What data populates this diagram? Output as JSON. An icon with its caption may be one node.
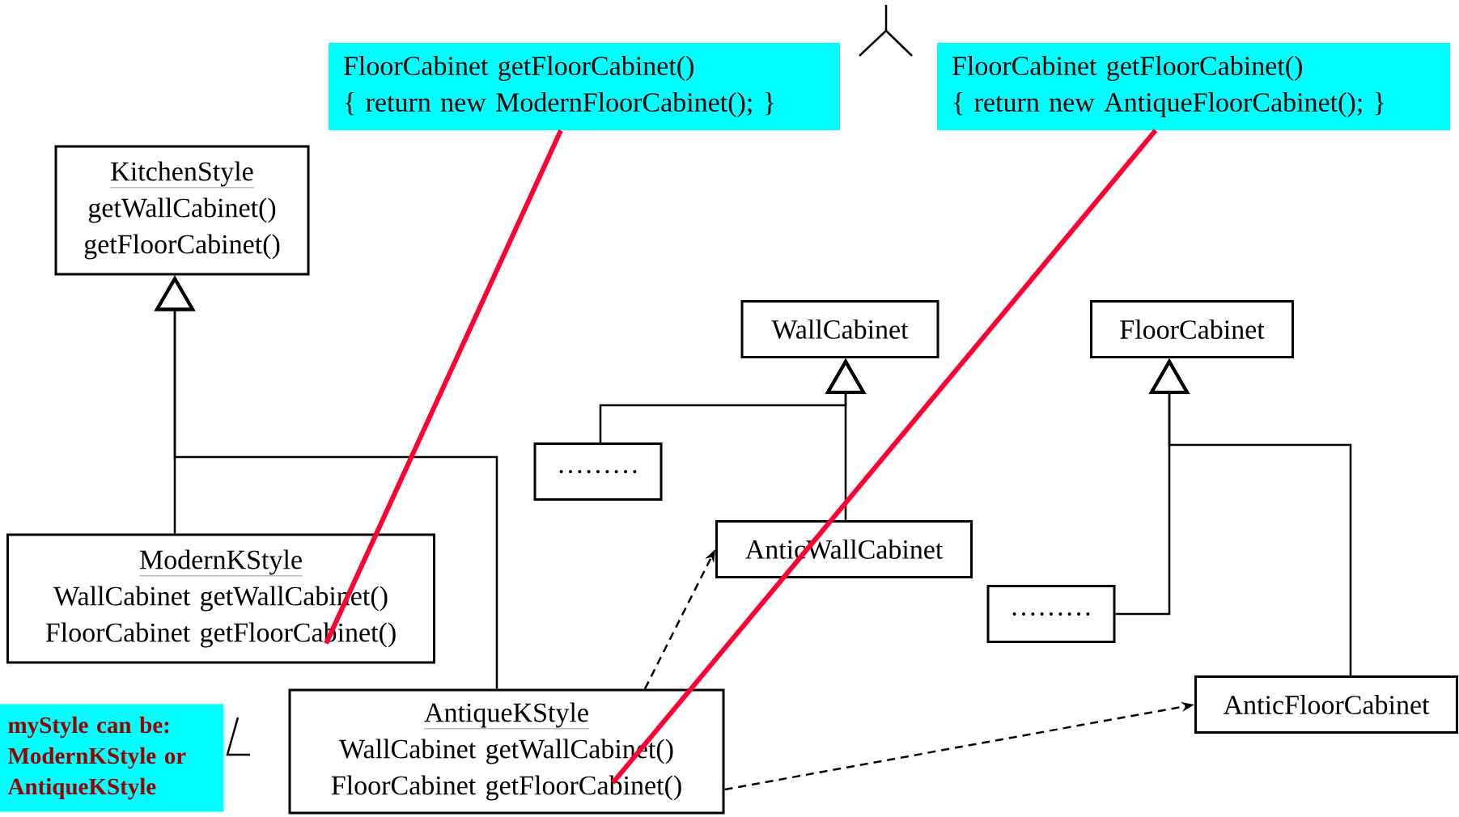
{
  "diagram": {
    "nodes": [
      {
        "text": [
          "FloorCabinet   getFloorCabinet()",
          "{ return  new ModernFloorCabinet();  }"
        ]
      },
      {
        "text": [
          "FloorCabinet   getFloorCabinet()",
          "{ return  new AntiqueFloorCabinet();  }"
        ]
      },
      {
        "text": [
          "KitchenStyle",
          "getWallCabinet()",
          "getFloorCabinet()"
        ]
      },
      {
        "text": [
          "WallCabinet"
        ]
      },
      {
        "text": [
          "FloorCabinet"
        ]
      },
      {
        "text": [
          "………"
        ]
      },
      {
        "text": [
          "ModernKStyle",
          "WallCabinet  getWallCabinet()",
          "FloorCabinet  getFloorCabinet()"
        ]
      },
      {
        "text": [
          "AnticWallCabinet"
        ]
      },
      {
        "text": [
          "………"
        ]
      },
      {
        "text": [
          "AnticFloorCabinet"
        ]
      },
      {
        "text": [
          "myStyle can be: ModernKStyle or AntiqueKStyle"
        ]
      },
      {
        "text": [
          "AntiqueKStyle",
          "WallCabinet   getWallCabinet()",
          "FloorCabinet   getFloorCabinet()"
        ]
      }
    ],
    "edges": [
      {
        "from": 6,
        "to": 2,
        "arrow": "to"
      },
      {
        "from": 11,
        "to": 2,
        "arrow": "to"
      },
      {
        "from": 5,
        "to": 3,
        "arrow": "to"
      },
      {
        "from": 7,
        "to": 3,
        "arrow": "to"
      },
      {
        "from": 8,
        "to": 4,
        "arrow": "to"
      },
      {
        "from": 9,
        "to": 4,
        "arrow": "to"
      },
      {
        "from": 11,
        "to": 7,
        "arrow": "to",
        "style": "dashed"
      },
      {
        "from": 11,
        "to": 9,
        "arrow": "to",
        "style": "dashed"
      },
      {
        "from": 0,
        "to": 6,
        "arrow": "none",
        "style": "thick",
        "color": "#ff0033"
      },
      {
        "from": 1,
        "to": 11,
        "arrow": "none",
        "style": "thick",
        "color": "#ff0033"
      }
    ]
  }
}
